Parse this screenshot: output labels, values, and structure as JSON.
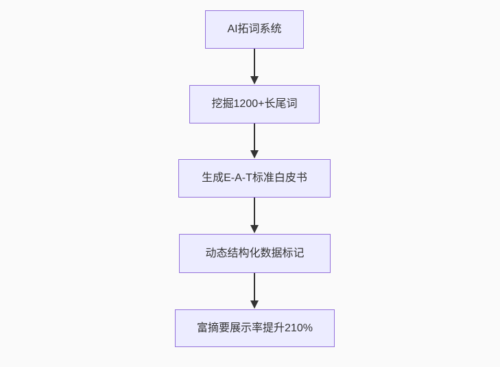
{
  "diagram": {
    "type": "flowchart",
    "direction": "top-down",
    "nodes": [
      {
        "label": "AI拓词系统"
      },
      {
        "label": "挖掘1200+长尾词"
      },
      {
        "label": "生成E-A-T标准白皮书"
      },
      {
        "label": "动态结构化数据标记"
      },
      {
        "label": "富摘要展示率提升210%"
      }
    ],
    "edges": [
      {
        "from": 0,
        "to": 1,
        "style": "arrow-down"
      },
      {
        "from": 1,
        "to": 2,
        "style": "arrow-down"
      },
      {
        "from": 2,
        "to": 3,
        "style": "arrow-down"
      },
      {
        "from": 3,
        "to": 4,
        "style": "arrow-down"
      }
    ],
    "colors": {
      "node_fill": "#ececff",
      "node_border": "#9370db",
      "node_text": "#333333",
      "arrow": "#333333",
      "background": "#fafafa"
    }
  }
}
